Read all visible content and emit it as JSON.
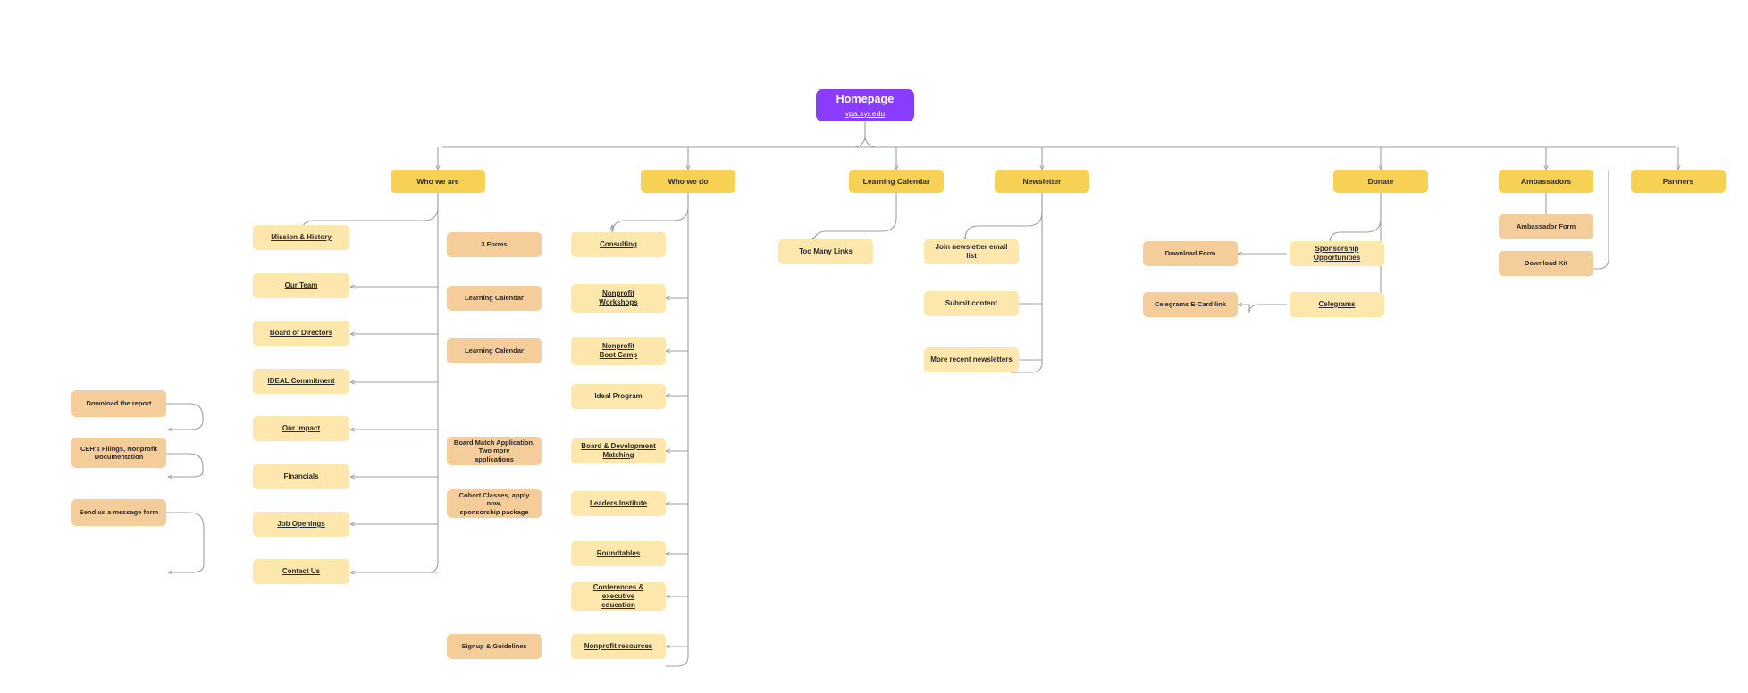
{
  "diagram": {
    "type": "sitemap",
    "title": "Homepage sitemap",
    "colors": {
      "root": "#8b3dff",
      "level1": "#f7d154",
      "level2": "#fde7ad",
      "note": "#f5cd9b",
      "edge": "#9aa0a6",
      "text": "#2a2a2a",
      "root_text": "#ffffff",
      "background": "#ffffff"
    },
    "root": {
      "label": "Homepage",
      "url": "vpa.syr.edu"
    },
    "nodes": {
      "who_we_are": "Who we are",
      "what_we_do": "Who we do",
      "learning_calendar": "Learning Calendar",
      "newsletter": "Newsletter",
      "donate": "Donate",
      "ambassadors": "Ambassadors",
      "partners": "Partners",
      "mission_history": "Mission & History",
      "our_team": "Our Team",
      "board_of_directors": "Board of Directors",
      "ideal_commitment": "IDEAL Commitment",
      "our_impact": "Our Impact",
      "financials": "Financials",
      "job_openings": "Job Openings",
      "contact_us": "Contact Us",
      "download_the_report": "Download the report",
      "cen_filings": "CEH's Filings, Nonprofit Documentation",
      "send_us_a_message_form": "Send us a message form",
      "consulting": "Consulting",
      "nonprofit_workshops": "Nonprofit\nWorkshops",
      "nonprofit_boot_camp": "Nonprofit\nBoot Camp",
      "ideal_program": "Ideal Program",
      "board_development_matching": "Board & Development Matching",
      "leaders_institute": "Leaders Institute",
      "roundtables": "Roundtables",
      "conferences_exec_education": "Conferences & executive\neducation",
      "nonprofit_resources": "Nonprofit resources",
      "three_forms": "3 Forms",
      "learning_calendar_note_1": "Learning Calendar",
      "learning_calendar_note_2": "Learning Calendar",
      "board_match_application": "Board Match Application, Two more\napplications",
      "cohort_classes": "Cohort Classes, apply now,\nsponsorship package",
      "signup_guidelines": "Signup & Guidelines",
      "too_many_links": "Too Many Links",
      "join_newsletter_email_list": "Join newsletter email list",
      "submit_content": "Submit content",
      "more_recent_newsletters": "More recent newsletters",
      "sponsorship_opportunities": "Sponsorship Opportunities",
      "download_form": "Download Form",
      "celegrams": "Celegrams",
      "celegrams_ecard_link": "Celegrams E-Card link",
      "ambassador_form": "Ambassador Form",
      "download_kit": "Download Kit"
    }
  }
}
